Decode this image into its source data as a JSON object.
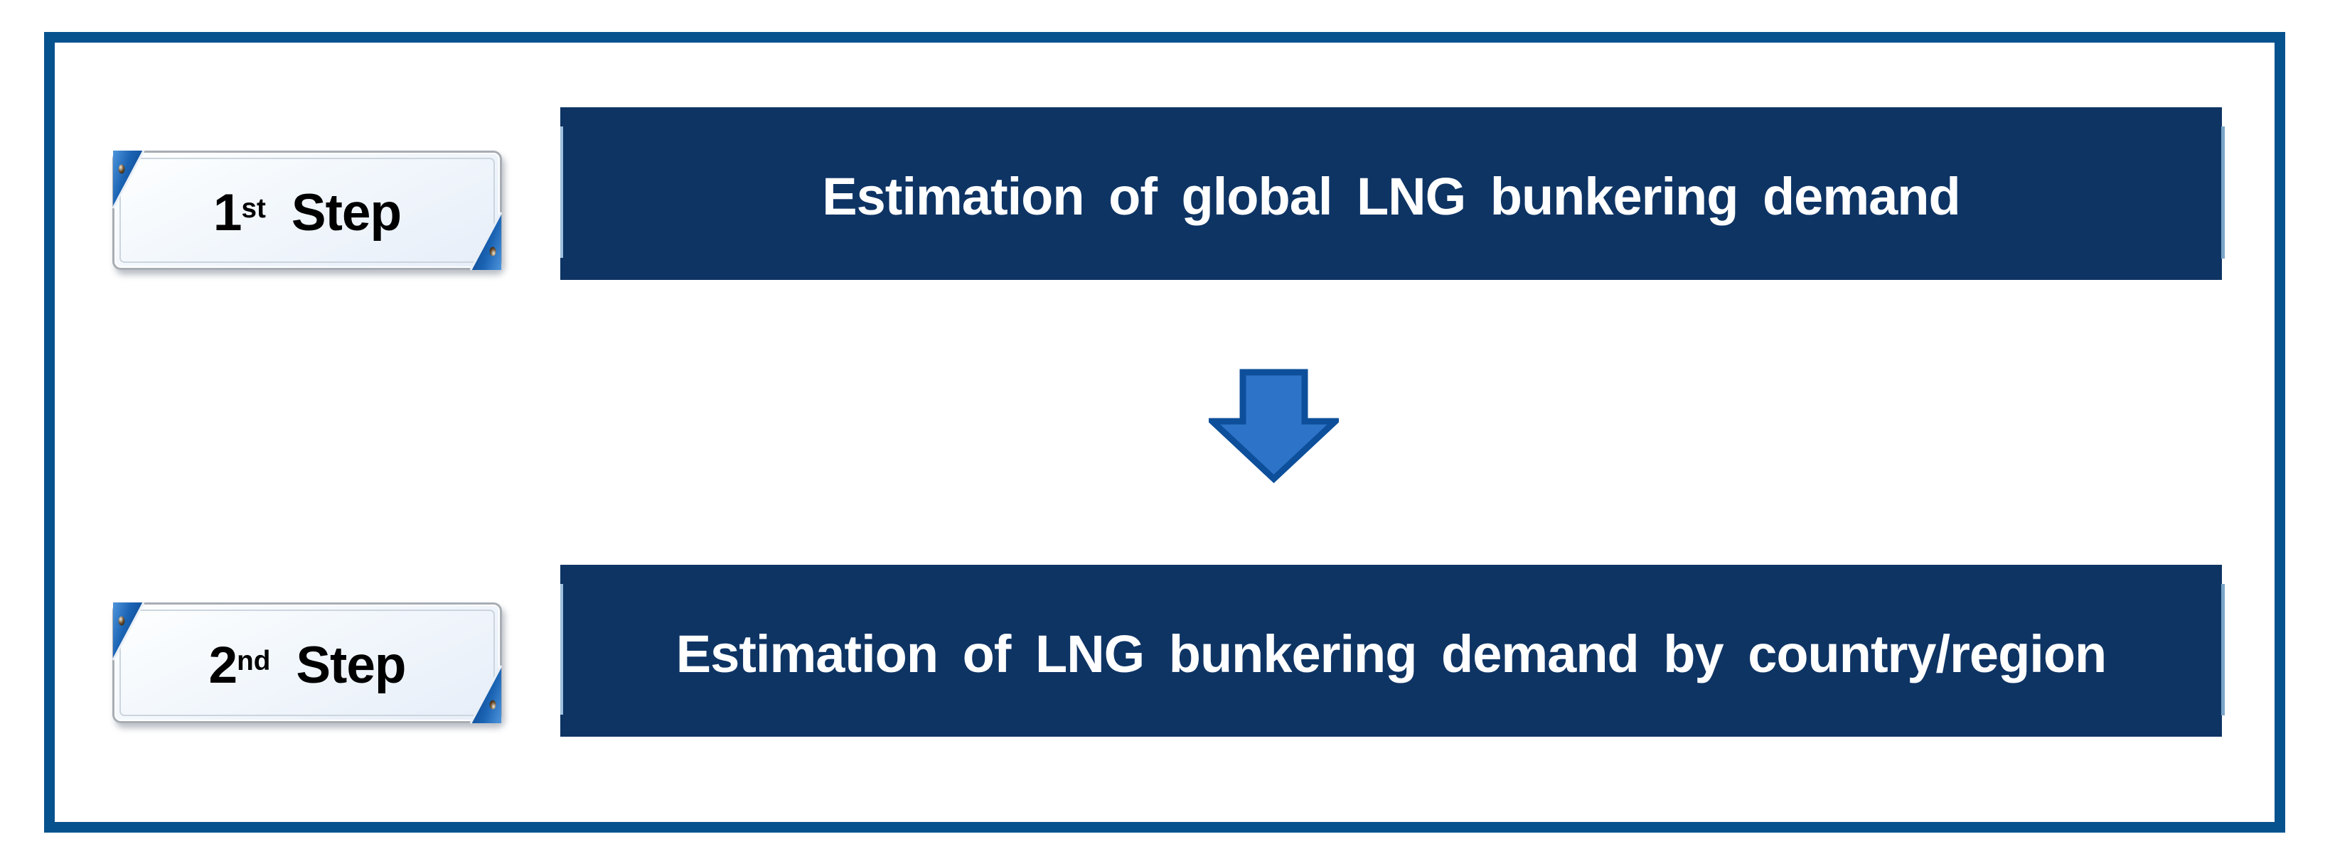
{
  "steps": [
    {
      "number": "1",
      "ordinal": "st",
      "word": "Step",
      "banner": "Estimation of global LNG bunkering demand"
    },
    {
      "number": "2",
      "ordinal": "nd",
      "word": "Step",
      "banner": "Estimation of LNG bunkering demand by country/region"
    }
  ],
  "arrow": {
    "icon": "down-arrow"
  },
  "colors": {
    "frame_border": "#06528e",
    "banner_bg": "#0e3464",
    "banner_text": "#ffffff",
    "banner_edge_left": "#9fc0dd",
    "banner_edge_right": "#7ca6c8",
    "plate_bg": "#eef4fb",
    "plate_border": "#a8adb4",
    "plate_text": "#000000",
    "corner_blue_light": "#4f95dc",
    "corner_blue_dark": "#0a418a",
    "arrow_fill": "#2d73c8",
    "arrow_outline": "#0d4f9a"
  }
}
